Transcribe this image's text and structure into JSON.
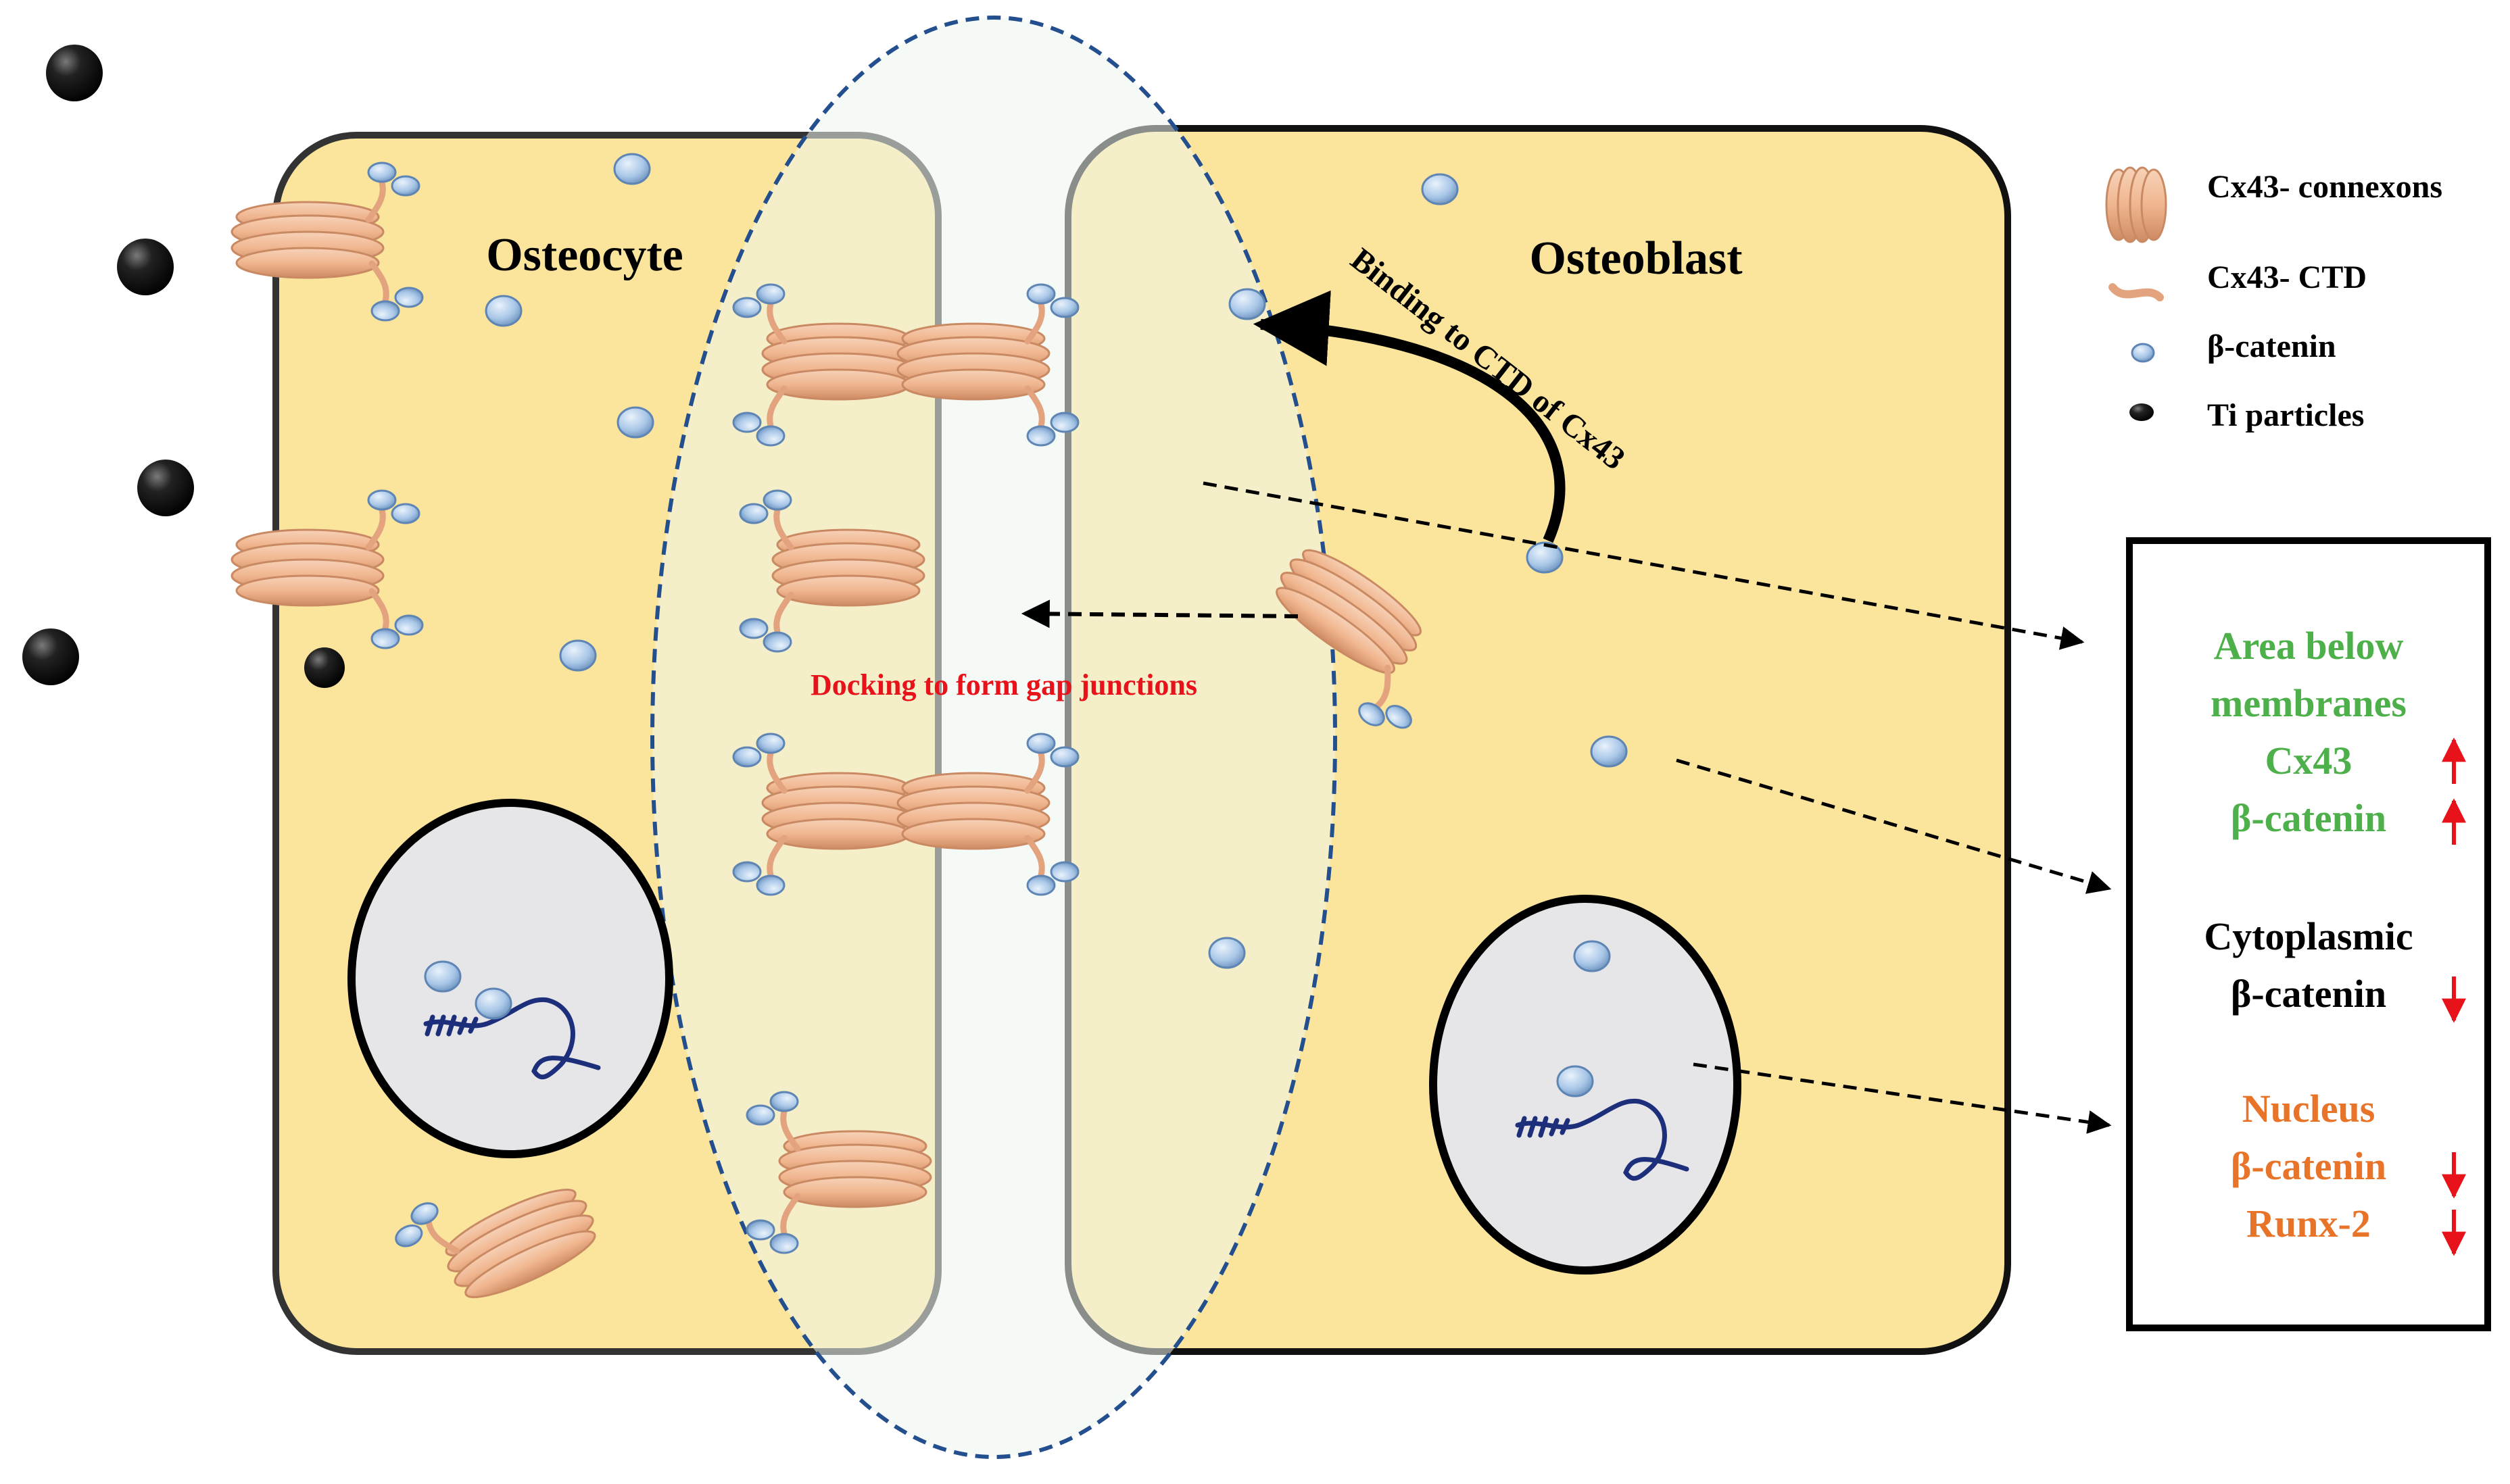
{
  "cells": {
    "osteocyte_label": "Osteocyte",
    "osteoblast_label": "Osteoblast"
  },
  "annotations": {
    "binding": "Binding to CTD of Cx43",
    "docking": "Docking to form gap junctions"
  },
  "legend": {
    "connexons": "Cx43- connexons",
    "ctd": "Cx43- CTD",
    "beta_catenin": "β-catenin",
    "ti": "Ti particles"
  },
  "summary": {
    "membrane_line1": "Area below",
    "membrane_line2": "membranes",
    "membrane_cx43": "Cx43",
    "membrane_bcat": "β-catenin",
    "cyto_line1": "Cytoplasmic",
    "cyto_bcat": "β-catenin",
    "nucleus_line1": "Nucleus",
    "nucleus_bcat": "β-catenin",
    "nucleus_runx": "Runx-2",
    "direction": {
      "membrane_cx43": "up",
      "membrane_bcat": "up",
      "cyto_bcat": "down",
      "nucleus_bcat": "down",
      "nucleus_runx": "down"
    }
  },
  "colors": {
    "cell_fill": "#fbe49c",
    "gap_region_fill": "#eef6ee",
    "nucleus_fill": "#e6e6e9",
    "connexon": "#f2bc98",
    "connexon_dark": "#d8926a",
    "bcatenin": "#a9c7e8",
    "bcatenin_dark": "#5e85b3",
    "dna": "#1d2f7a",
    "green_text": "#4db04a",
    "orange_text": "#e8742a",
    "red": "#e8121a",
    "dash_blue": "#244f8f"
  }
}
